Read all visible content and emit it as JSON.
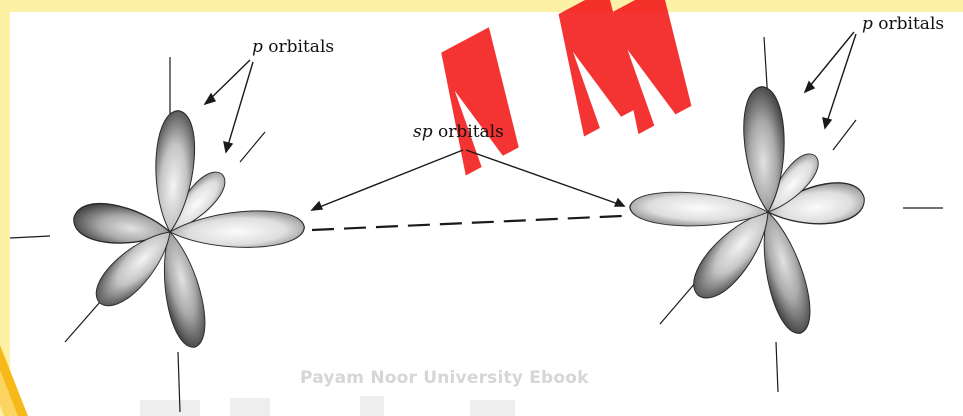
{
  "labels": {
    "p_left": {
      "italic": "p",
      "text": " orbitals"
    },
    "sp": {
      "italic": "sp",
      "text": " orbitals"
    },
    "p_right": {
      "italic": "p",
      "text": " orbitals"
    }
  },
  "watermark_text": "Payam Noor University Ebook",
  "colors": {
    "frame_yellow": "#fdf1a6",
    "frame_orange": "#f7b81a",
    "watermark_red": "#f31d1d",
    "watermark_gray": "#d9d9d9",
    "lobe_dark": "#6b6b6b",
    "lobe_light": "#f2f2f2",
    "ink": "#1a1a1a"
  }
}
